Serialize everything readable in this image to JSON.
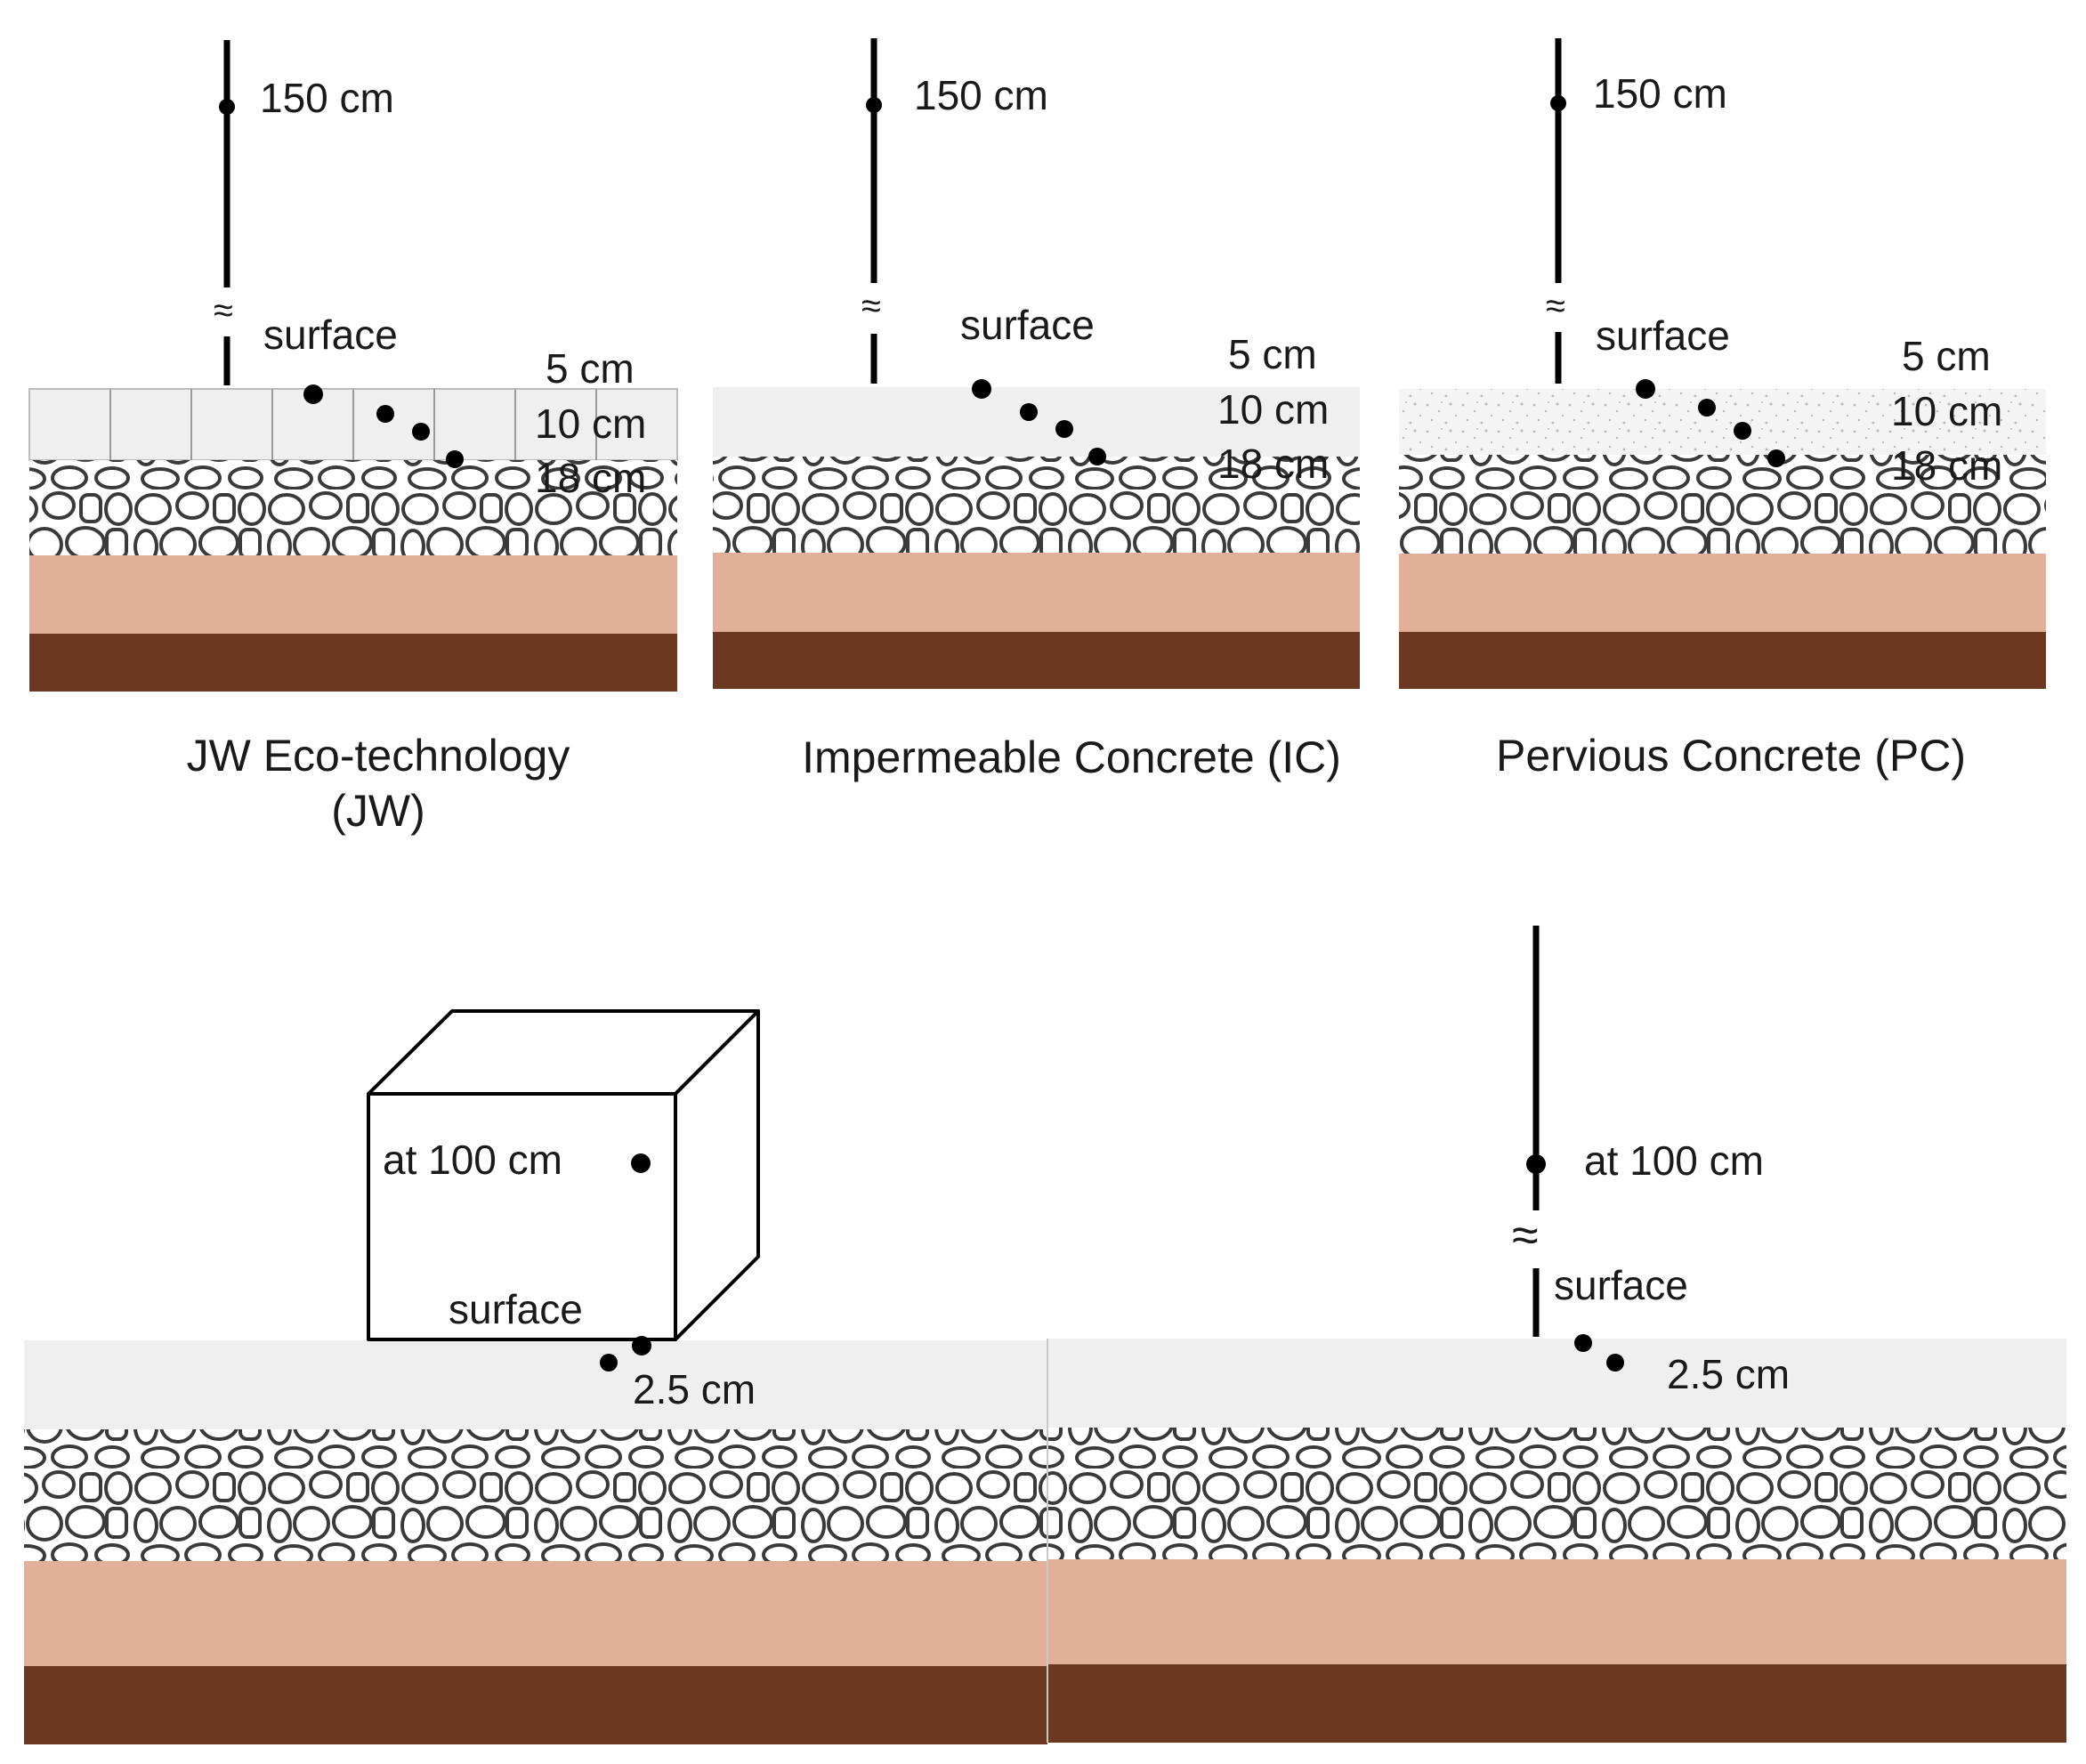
{
  "colors": {
    "surface_layer": "#efefef",
    "gravel_outline": "#3a3a3a",
    "gravel_fill": "#ffffff",
    "subbase": "#e2af98",
    "soil": "#6c3920",
    "marker": "#000000"
  },
  "panels": [
    {
      "id": "jw",
      "surface_style": "tiles",
      "labels": {
        "height": "150 cm",
        "surface": "surface",
        "d5": "5 cm",
        "d10": "10 cm",
        "d18": "18 cm"
      },
      "caption_line1": "JW Eco-technology",
      "caption_line2": "(JW)"
    },
    {
      "id": "ic",
      "surface_style": "plain",
      "labels": {
        "height": "150 cm",
        "surface": "surface",
        "d5": "5 cm",
        "d10": "10 cm",
        "d18": "18 cm"
      },
      "caption_line1": "Impermeable Concrete (IC)"
    },
    {
      "id": "pc",
      "surface_style": "speckled",
      "labels": {
        "height": "150 cm",
        "surface": "surface",
        "d5": "5 cm",
        "d10": "10 cm",
        "d18": "18 cm"
      },
      "caption_line1": "Pervious Concrete (PC)"
    }
  ],
  "bottom_left": {
    "box_label": "at 100 cm",
    "surface": "surface",
    "depth": "2.5 cm"
  },
  "bottom_right": {
    "height": "at 100 cm",
    "surface": "surface",
    "depth": "2.5 cm"
  },
  "break_symbol": "≈"
}
